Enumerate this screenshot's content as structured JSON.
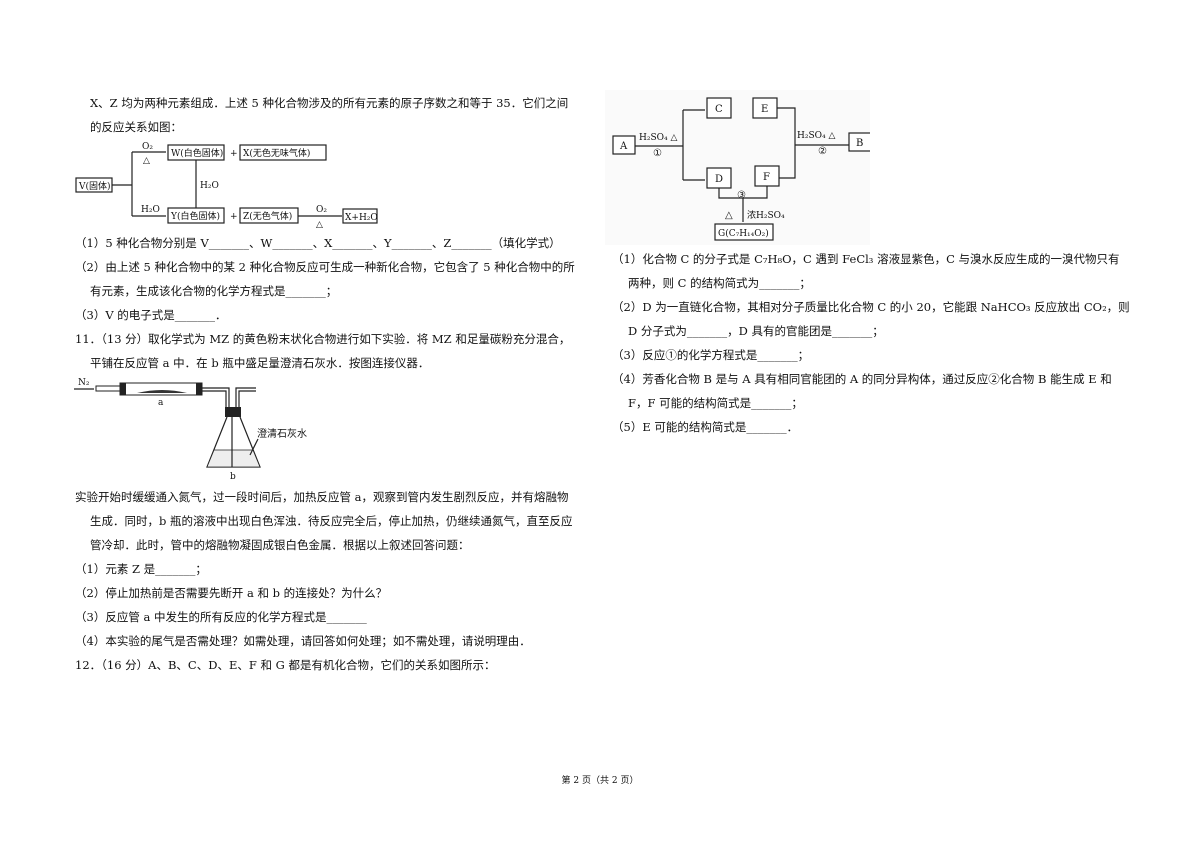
{
  "left": {
    "l1": "X、Z 均为两种元素组成．上述 5 种化合物涉及的所有元素的原子序数之和等于 35．它们之间",
    "l2": "的反应关系如图：",
    "diagram1": {
      "V": "V(固体)",
      "W": "W(白色固体)",
      "X": "X(无色无味气体)",
      "Y": "Y(白色固体)",
      "Z": "Z(无色气体)",
      "XH2O": "X+H₂O",
      "plus": "+",
      "O2": "O₂",
      "heat": "△",
      "H2O": "H₂O"
    },
    "q1": "（1）5 种化合物分别是 V_______、W_______、X_______、Y_______、Z_______（填化学式）",
    "q2a": "（2）由上述 5 种化合物中的某 2 种化合物反应可生成一种新化合物，它包含了 5 种化合物中的所",
    "q2b": "有元素，生成该化合物的化学方程式是_______；",
    "q3": "（3）V 的电子式是_______．",
    "p11a": "11．（13 分）取化学式为 MZ 的黄色粉末状化合物进行如下实验．将 MZ 和足量碳粉充分混合，",
    "p11b": "平铺在反应管 a 中．在 b 瓶中盛足量澄清石灰水．按图连接仪器．",
    "apparatus": {
      "n2": "N₂",
      "a": "a",
      "b": "b",
      "label": "澄清石灰水"
    },
    "e1": "实验开始时缓缓通入氮气，过一段时间后，加热反应管 a，观察到管内发生剧烈反应，并有熔融物",
    "e2": "生成．同时，b 瓶的溶液中出现白色浑浊．待反应完全后，停止加热，仍继续通氮气，直至反应",
    "e3": "管冷却．此时，管中的熔融物凝固成银白色金属．根据以上叙述回答问题：",
    "s1": "（1）元素 Z 是_______；",
    "s2": "（2）停止加热前是否需要先断开 a 和 b 的连接处？为什么？",
    "s3": "（3）反应管 a 中发生的所有反应的化学方程式是_______",
    "s4": "（4）本实验的尾气是否需处理？如需处理，请回答如何处理；如不需处理，请说明理由．",
    "p12": "12．（16 分）A、B、C、D、E、F 和 G 都是有机化合物，它们的关系如图所示："
  },
  "right": {
    "diagram2": {
      "A": "A",
      "B": "B",
      "C": "C",
      "D": "D",
      "E": "E",
      "F": "F",
      "G": "G(C₇H₁₄O₂)",
      "r1": "H₂SO₄ △",
      "n1": "①",
      "r2": "H₂SO₄ △",
      "n2": "②",
      "n3": "③",
      "heat": "△",
      "conc": "浓H₂SO₄"
    },
    "q1a": "（1）化合物 C 的分子式是 C₇H₈O，C 遇到 FeCl₃ 溶液显紫色，C 与溴水反应生成的一溴代物只有",
    "q1b": "两种，则 C 的结构简式为_______；",
    "q2a": "（2）D 为一直链化合物，其相对分子质量比化合物 C 的小 20，它能跟 NaHCO₃ 反应放出 CO₂，则",
    "q2b": "D 分子式为_______，D 具有的官能团是_______；",
    "q3": "（3）反应①的化学方程式是_______；",
    "q4a": "（4）芳香化合物 B 是与 A 具有相同官能团的 A 的同分异构体，通过反应②化合物 B 能生成 E 和",
    "q4b": "F，F 可能的结构简式是_______；",
    "q5": "（5）E 可能的结构简式是_______．"
  },
  "footer": "第 2 页（共 2 页）"
}
